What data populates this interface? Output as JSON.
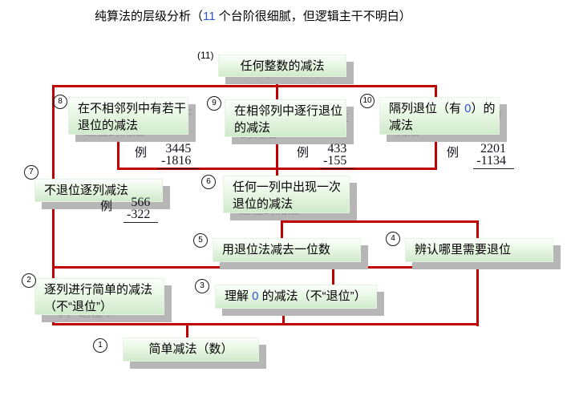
{
  "title": {
    "part1": "纯算法的层级分析（",
    "count": "11",
    "part2": " 个台阶很细腻，但逻辑主干不明白）"
  },
  "boxes": {
    "b11": {
      "num": "(11)",
      "l1": "任何整数的减法"
    },
    "b8": {
      "num": "8",
      "l1": "在不相邻列中有若干",
      "l2": "退位的减法"
    },
    "b9": {
      "num": "9",
      "l1": "在相邻列中逐行退位",
      "l2": "的减法"
    },
    "b10": {
      "num": "10",
      "l1a": "隔列退位（有 ",
      "zero": "0",
      "l1b": "）的",
      "l2": "减法"
    },
    "b7": {
      "num": "7",
      "l1": "不退位逐列减法"
    },
    "b6": {
      "num": "6",
      "l1": "任何一列中出现一次",
      "l2": "退位的减法"
    },
    "b5": {
      "num": "5",
      "l1": "用退位法减去一位数"
    },
    "b4": {
      "num": "4",
      "l1": "辨认哪里需要退位"
    },
    "b2": {
      "num": "2",
      "l1": "逐列进行简单的减法",
      "l2": "（不“退位”）"
    },
    "b3": {
      "num": "3",
      "l1a": "理解 ",
      "zero": "0",
      "l1b": " 的减法（不“退位”）"
    },
    "b1": {
      "num": "1",
      "l1": "简单减法（数）"
    }
  },
  "examples": {
    "e1": {
      "label": "例",
      "minuend": "3445",
      "subtrahend": "-1816"
    },
    "e2": {
      "label": "例",
      "minuend": "433",
      "subtrahend": "-155"
    },
    "e3": {
      "label": "例",
      "minuend": "2201",
      "subtrahend": "-1134"
    },
    "e4": {
      "label": "例",
      "minuend": "566",
      "subtrahend": "-322"
    }
  },
  "colors": {
    "connector_red": "#c00000",
    "digit_blue": "#3355cc",
    "box_green_top": "#fbfffb",
    "box_green_bottom": "#cfeacb",
    "shadow_gray": "#b6b6b6"
  }
}
